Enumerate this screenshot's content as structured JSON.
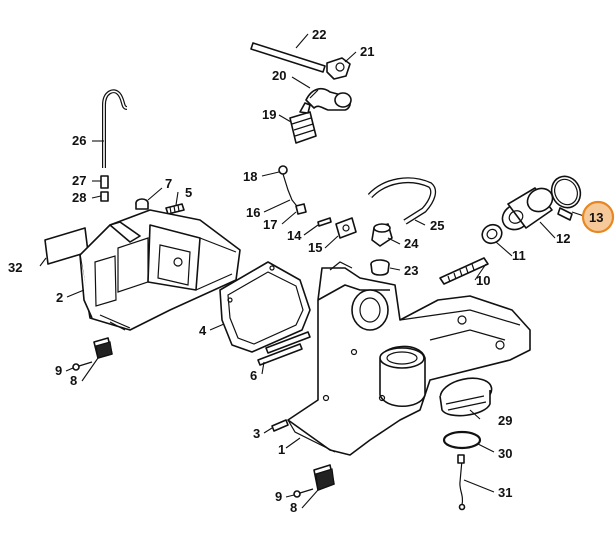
{
  "callouts": {
    "p1": "1",
    "p2": "2",
    "p3": "3",
    "p4": "4",
    "p5": "5",
    "p6": "6",
    "p7": "7",
    "p8a": "8",
    "p8b": "8",
    "p9a": "9",
    "p9b": "9",
    "p10": "10",
    "p11": "11",
    "p12": "12",
    "p13": "13",
    "p14": "14",
    "p15": "15",
    "p16": "16",
    "p17": "17",
    "p18": "18",
    "p19": "19",
    "p20": "20",
    "p21": "21",
    "p22": "22",
    "p23": "23",
    "p24": "24",
    "p25": "25",
    "p26": "26",
    "p27": "27",
    "p28": "28",
    "p29": "29",
    "p30": "30",
    "p31": "31",
    "p32": "32"
  },
  "highlight": {
    "part": "13",
    "color": "#e8871f"
  }
}
